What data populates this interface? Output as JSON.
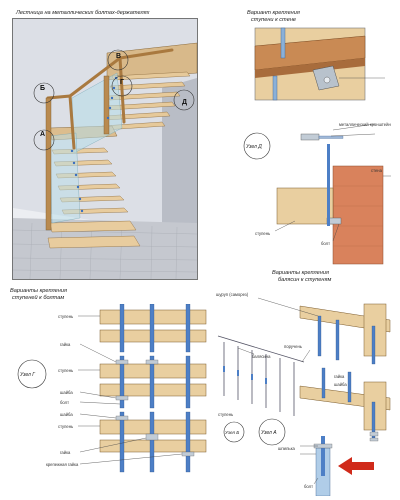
{
  "main": {
    "caption": "Лестница на металлических болтах-держателях",
    "markers": [
      "А",
      "Б",
      "В",
      "Г",
      "Д"
    ]
  },
  "top_right": {
    "caption_line1": "Вариант крепления",
    "caption_line2": "ступени к стене",
    "circle_label": "Узел Д",
    "labels": [
      "металлический кронштейн",
      "стена",
      "ступень",
      "болт"
    ]
  },
  "bottom_left": {
    "caption_line1": "Варианты крепления",
    "caption_line2": "ступеней к болтам",
    "circle_label": "Узел Г",
    "labels": [
      "ступень",
      "ступень",
      "ступень",
      "гайка",
      "шайба",
      "болт",
      "шайба",
      "гайка",
      "крепежная гайка"
    ]
  },
  "bottom_right": {
    "caption_line1": "Варианты крепления",
    "caption_line2": "балясин к ступеням",
    "circle_label_a": "Узел А",
    "circle_label_b": "Узел Б",
    "labels": [
      "шуруп (саморез)",
      "поручень",
      "балясина",
      "ступень",
      "гайка",
      "шайба",
      "шпилька",
      "болт"
    ]
  }
}
